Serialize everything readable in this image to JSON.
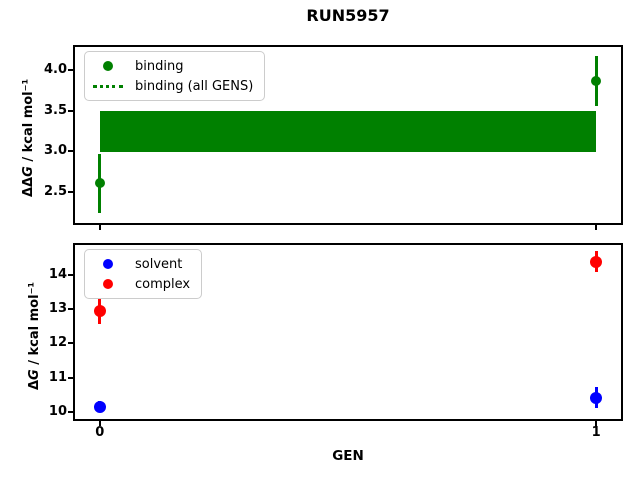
{
  "title": "RUN5957",
  "chart_data": [
    {
      "type": "scatter",
      "title": "RUN5957",
      "ylabel": {
        "prefix": "ΔΔ",
        "italic": "G",
        "rest": " / kcal mol⁻¹",
        "full": "ΔΔG / kcal mol⁻¹"
      },
      "xlim": [
        -0.05,
        1.05
      ],
      "ylim": [
        2.11,
        4.29
      ],
      "grid": false,
      "yticks": [
        {
          "value": 2.5,
          "label": "2.5"
        },
        {
          "value": 3.0,
          "label": "3.0"
        },
        {
          "value": 3.5,
          "label": "3.5"
        },
        {
          "value": 4.0,
          "label": "4.0"
        }
      ],
      "xticks": [
        {
          "value": 0,
          "label": ""
        },
        {
          "value": 1,
          "label": ""
        }
      ],
      "series": [
        {
          "name": "binding",
          "color": "#008000",
          "marker": "circle",
          "marker_size": 10,
          "x": [
            0,
            1
          ],
          "y": [
            2.6,
            3.87
          ],
          "yerr": [
            0.37,
            0.31
          ]
        }
      ],
      "band": {
        "name": "binding (all GENS)",
        "color": "#008000",
        "x_from": 0,
        "x_to": 1,
        "y_from": 2.99,
        "y_to": 3.5
      },
      "legend_position": "upper left",
      "legend": [
        {
          "label": "binding",
          "marker": "dot",
          "color": "#008000"
        },
        {
          "label": "binding (all GENS)",
          "marker": "dotted-line",
          "color": "#008000"
        }
      ]
    },
    {
      "type": "scatter",
      "xlabel": "GEN",
      "ylabel": {
        "prefix": "Δ",
        "italic": "G",
        "rest": " / kcal mol⁻¹",
        "full": "ΔG / kcal mol⁻¹"
      },
      "xlim": [
        -0.05,
        1.05
      ],
      "ylim": [
        9.79,
        14.87
      ],
      "grid": false,
      "yticks": [
        {
          "value": 10,
          "label": "10"
        },
        {
          "value": 11,
          "label": "11"
        },
        {
          "value": 12,
          "label": "12"
        },
        {
          "value": 13,
          "label": "13"
        },
        {
          "value": 14,
          "label": "14"
        }
      ],
      "xticks": [
        {
          "value": 0,
          "label": "0"
        },
        {
          "value": 1,
          "label": "1"
        }
      ],
      "series": [
        {
          "name": "solvent",
          "color": "#0000ff",
          "marker": "circle",
          "marker_size": 12,
          "x": [
            0,
            1
          ],
          "y": [
            10.15,
            10.41
          ],
          "yerr": [
            0.17,
            0.31
          ]
        },
        {
          "name": "complex",
          "color": "#ff0000",
          "marker": "circle",
          "marker_size": 12,
          "x": [
            0,
            1
          ],
          "y": [
            12.95,
            14.38
          ],
          "yerr": [
            0.38,
            0.31
          ]
        }
      ],
      "legend_position": "upper left",
      "legend": [
        {
          "label": "solvent",
          "marker": "dot",
          "color": "#0000ff"
        },
        {
          "label": "complex",
          "marker": "dot",
          "color": "#ff0000"
        }
      ]
    }
  ]
}
